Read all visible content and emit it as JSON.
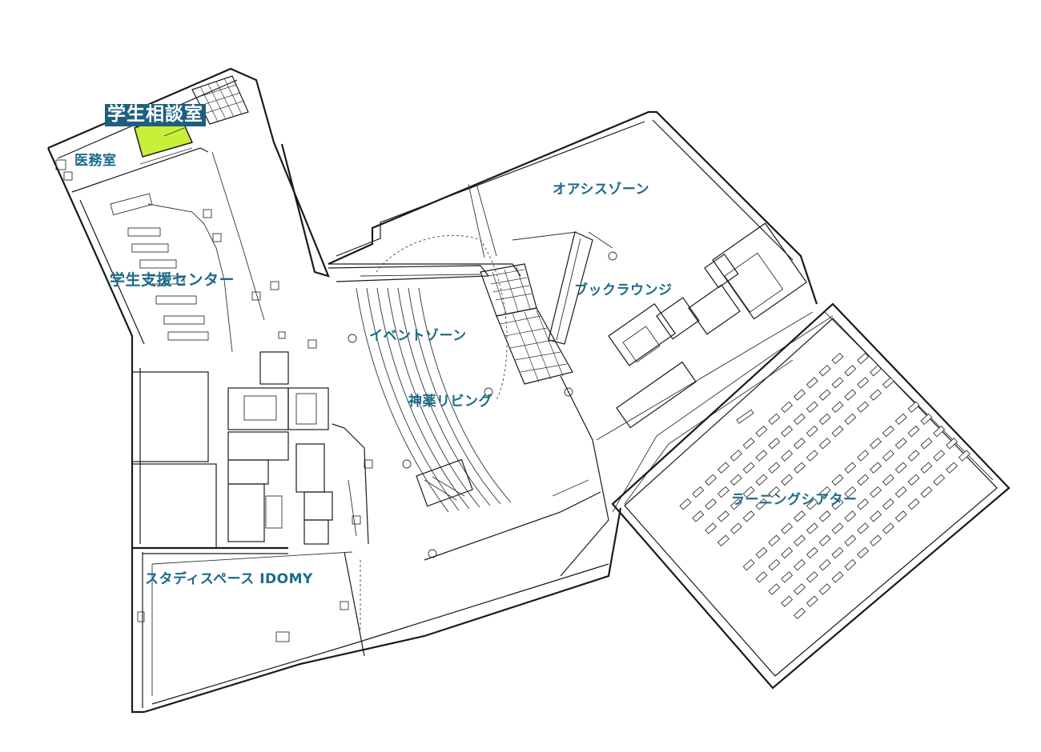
{
  "map": {
    "rooms": {
      "counseling": "学生相談室",
      "medical": "医務室",
      "support_center": "学生支援センター",
      "event_zone": "イベントゾーン",
      "living": "神薬リビング",
      "oasis": "オアシスゾーン",
      "book_lounge": "ブックラウンジ",
      "learning_theater": "ラーニングシアター",
      "study_space": "スタディスペース IDOMY"
    },
    "colors": {
      "label_text": "#1b6a8a",
      "highlight_label_bg": "#1f5f7d",
      "highlight_room_fill": "#c8f03a",
      "wall": "#1a1a1a"
    }
  }
}
